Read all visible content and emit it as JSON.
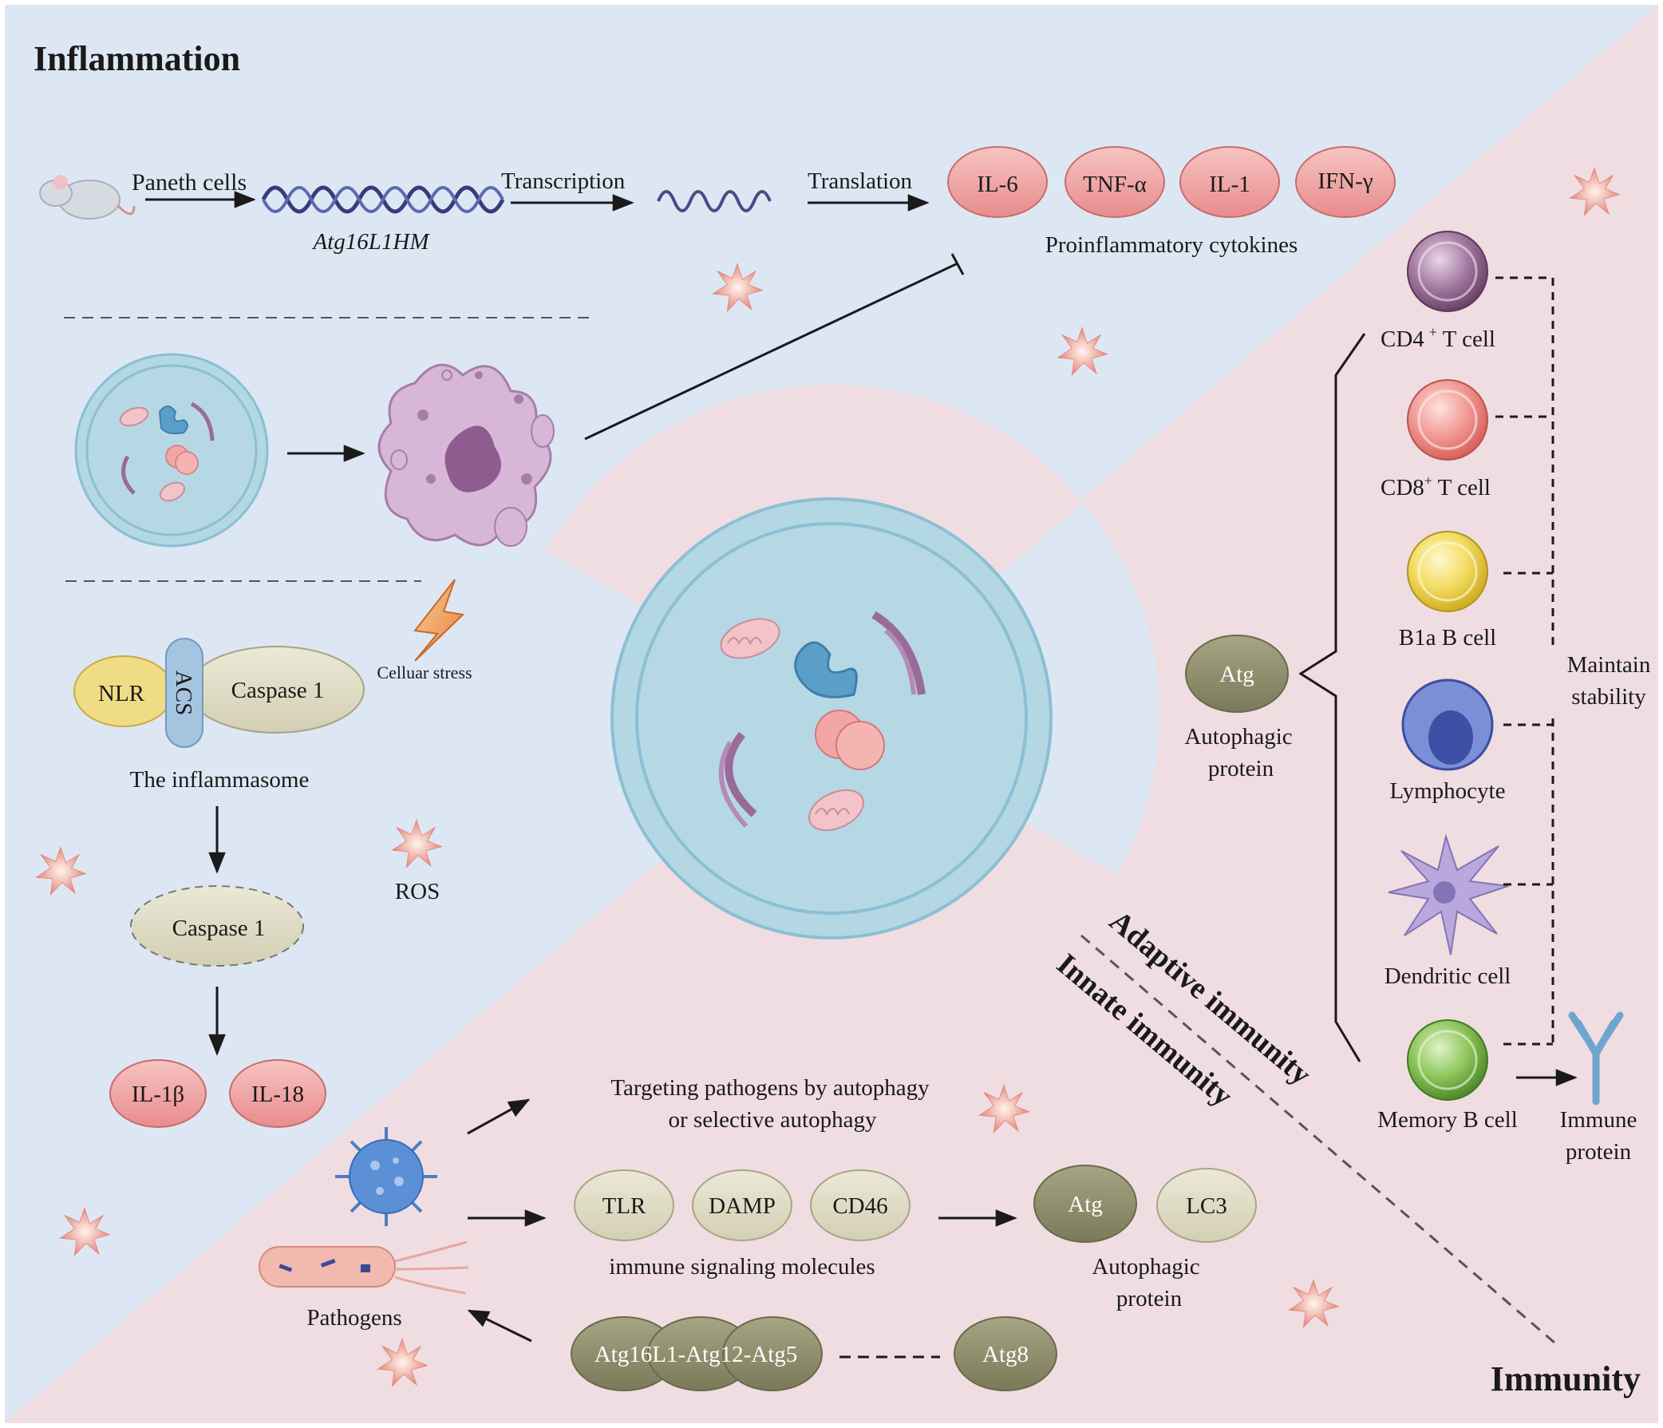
{
  "sections": {
    "inflammation": "Inflammation",
    "immunity": "Immunity"
  },
  "pathway": {
    "paneth": "Paneth cells",
    "gene": "Atg16L1HM",
    "transcription": "Transcription",
    "translation": "Translation",
    "cytokines": [
      "IL-6",
      "TNF-α",
      "IL-1",
      "IFN-γ"
    ],
    "cytokines_caption": "Proinflammatory cytokines"
  },
  "inflammasome": {
    "nlr": "NLR",
    "acs": "ACS",
    "caspase": "Caspase 1",
    "caption": "The inflammasome",
    "stress": "Celluar stress",
    "ros": "ROS",
    "active_caspase": "Caspase 1",
    "products": [
      "IL-1β",
      "IL-18"
    ]
  },
  "adaptive": {
    "atg": "Atg",
    "autophagic": "Autophagic",
    "protein": "protein",
    "cells": [
      {
        "label": "CD4",
        "sup": "+",
        "suffix": " T cell"
      },
      {
        "label": "CD8",
        "sup": "+",
        "suffix": " T cell"
      },
      {
        "label": "B1a B cell"
      },
      {
        "label": "Lymphocyte"
      },
      {
        "label": "Dendritic cell"
      },
      {
        "label": "Memory B cell"
      }
    ],
    "maintain": [
      "Maintain",
      "stability"
    ],
    "immune_protein": [
      "Immune",
      "protein"
    ]
  },
  "diagonal": {
    "adaptive": "Adaptive immunity",
    "innate": "Innate  immunity"
  },
  "innate": {
    "targeting": [
      "Targeting pathogens by autophagy",
      "or selective autophagy"
    ],
    "signals": [
      "TLR",
      "DAMP",
      "CD46"
    ],
    "signals_caption": "immune signaling molecules",
    "atg": "Atg",
    "lc3": "LC3",
    "autophagic": [
      "Autophagic",
      "protein"
    ],
    "pathogens": "Pathogens",
    "complex": "Atg16L1-Atg12-Atg5",
    "atg8": "Atg8"
  },
  "colors": {
    "blue_bg": "#dde7f3",
    "pink_bg": "#efdde2",
    "cytokine": "#efa8a8",
    "olive": "#8c8c6a",
    "tan": "#e0dcc6"
  }
}
